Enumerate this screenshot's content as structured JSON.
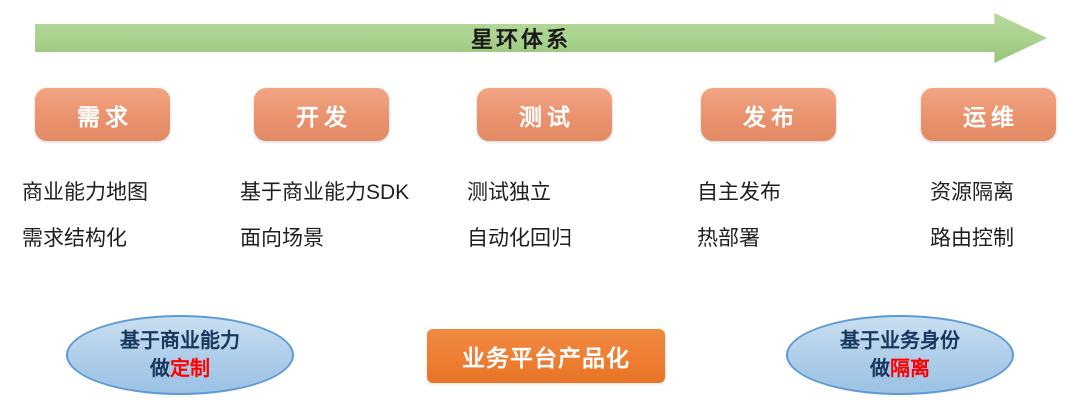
{
  "arrow": {
    "label": "星环体系"
  },
  "stages": [
    {
      "label": "需求",
      "points": [
        "商业能力地图",
        "需求结构化"
      ]
    },
    {
      "label": "开发",
      "points": [
        "基于商业能力SDK",
        "面向场景"
      ]
    },
    {
      "label": "测试",
      "points": [
        "测试独立",
        "自动化回归"
      ]
    },
    {
      "label": "发布",
      "points": [
        "自主发布",
        "热部署"
      ]
    },
    {
      "label": "运维",
      "points": [
        "资源隔离",
        "路由控制"
      ]
    }
  ],
  "bottom": {
    "left_ellipse": {
      "line1": "基于商业能力",
      "prefix": "做",
      "highlight": "定制"
    },
    "center_box": {
      "label": "业务平台产品化"
    },
    "right_ellipse": {
      "line1": "基于业务身份",
      "prefix": "做",
      "highlight": "隔离"
    }
  },
  "colors": {
    "arrow_green": "#a9d18e",
    "badge_salmon": "#e9916c",
    "box_orange": "#ed7d31",
    "ellipse_blue": "#9cc2e5",
    "ellipse_border_blue": "#5b9bd5",
    "highlight_red": "#ff0000"
  }
}
